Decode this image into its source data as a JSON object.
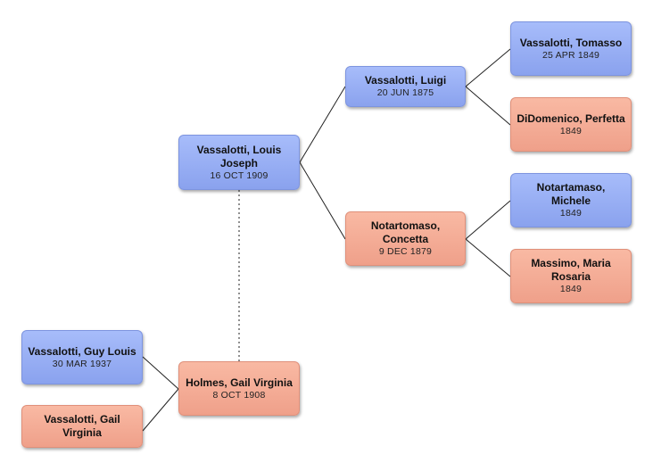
{
  "people": {
    "louis": {
      "name": "Vassalotti, Louis Joseph",
      "date": "16 OCT 1909",
      "gender": "male"
    },
    "luigi": {
      "name": "Vassalotti, Luigi",
      "date": "20 JUN 1875",
      "gender": "male"
    },
    "tomasso": {
      "name": "Vassalotti, Tomasso",
      "date": "25 APR 1849",
      "gender": "male"
    },
    "perfetta": {
      "name": "DiDomenico, Perfetta",
      "date": "1849",
      "gender": "female"
    },
    "concetta": {
      "name": "Notartomaso, Concetta",
      "date": "9 DEC 1879",
      "gender": "female"
    },
    "michele": {
      "name": "Notartamaso, Michele",
      "date": "1849",
      "gender": "male"
    },
    "maria": {
      "name": "Massimo, Maria Rosaria",
      "date": "1849",
      "gender": "female"
    },
    "gail_holmes": {
      "name": "Holmes, Gail Virginia",
      "date": "8 OCT 1908",
      "gender": "female"
    },
    "guy": {
      "name": "Vassalotti, Guy Louis",
      "date": "30 MAR 1937",
      "gender": "male"
    },
    "gail_vassalotti": {
      "name": "Vassalotti, Gail Virginia",
      "date": "",
      "gender": "female"
    }
  },
  "colors": {
    "male": "#98aff3",
    "female": "#f4ad96",
    "connector": "#222222",
    "spouse_connector": "#555555"
  }
}
